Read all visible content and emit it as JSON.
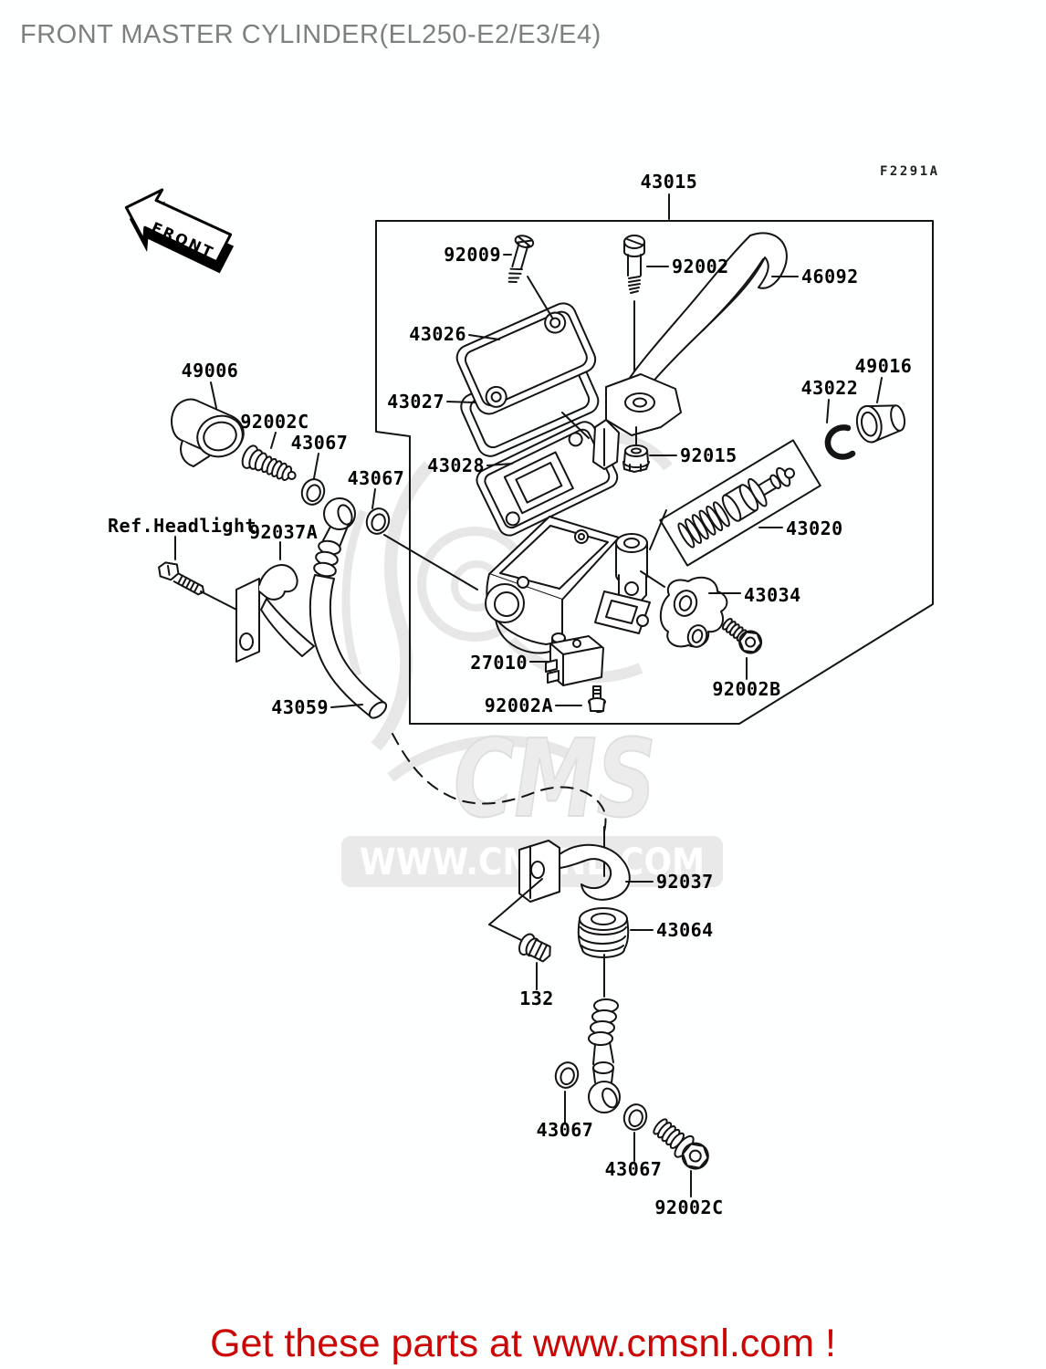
{
  "page": {
    "title": "FRONT MASTER CYLINDER(EL250-E2/E3/E4)",
    "fiche_code": "F2291A",
    "front_arrow": "FRONT",
    "footer_text": "Get these parts at www.cmsnl.com !"
  },
  "watermark": {
    "logo": "CMS",
    "url": "WWW.CMSNL.COM"
  },
  "colors": {
    "background": "#ffffff",
    "line_art": "#141414",
    "title_gray": "#7f7f7f",
    "footer_red": "#cc0505",
    "watermark_gray": "#e9e9e9"
  },
  "callouts": [
    {
      "id": "43015",
      "text": "43015"
    },
    {
      "id": "92009",
      "text": "92009"
    },
    {
      "id": "43026",
      "text": "43026"
    },
    {
      "id": "43027",
      "text": "43027"
    },
    {
      "id": "43028",
      "text": "43028"
    },
    {
      "id": "92002",
      "text": "92002"
    },
    {
      "id": "46092",
      "text": "46092"
    },
    {
      "id": "92015",
      "text": "92015"
    },
    {
      "id": "43022",
      "text": "43022"
    },
    {
      "id": "49016",
      "text": "49016"
    },
    {
      "id": "43020",
      "text": "43020"
    },
    {
      "id": "43034",
      "text": "43034"
    },
    {
      "id": "92002B",
      "text": "92002B"
    },
    {
      "id": "27010",
      "text": "27010"
    },
    {
      "id": "92002A",
      "text": "92002A"
    },
    {
      "id": "49006",
      "text": "49006"
    },
    {
      "id": "92002C-top",
      "text": "92002C"
    },
    {
      "id": "43067-a",
      "text": "43067"
    },
    {
      "id": "43067-b",
      "text": "43067"
    },
    {
      "id": "ref-headlight",
      "text": "Ref.Headlight"
    },
    {
      "id": "92037A",
      "text": "92037A"
    },
    {
      "id": "43059",
      "text": "43059"
    },
    {
      "id": "92037",
      "text": "92037"
    },
    {
      "id": "43064",
      "text": "43064"
    },
    {
      "id": "132",
      "text": "132"
    },
    {
      "id": "43067-c",
      "text": "43067"
    },
    {
      "id": "43067-d",
      "text": "43067"
    },
    {
      "id": "92002C-bottom",
      "text": "92002C"
    }
  ]
}
